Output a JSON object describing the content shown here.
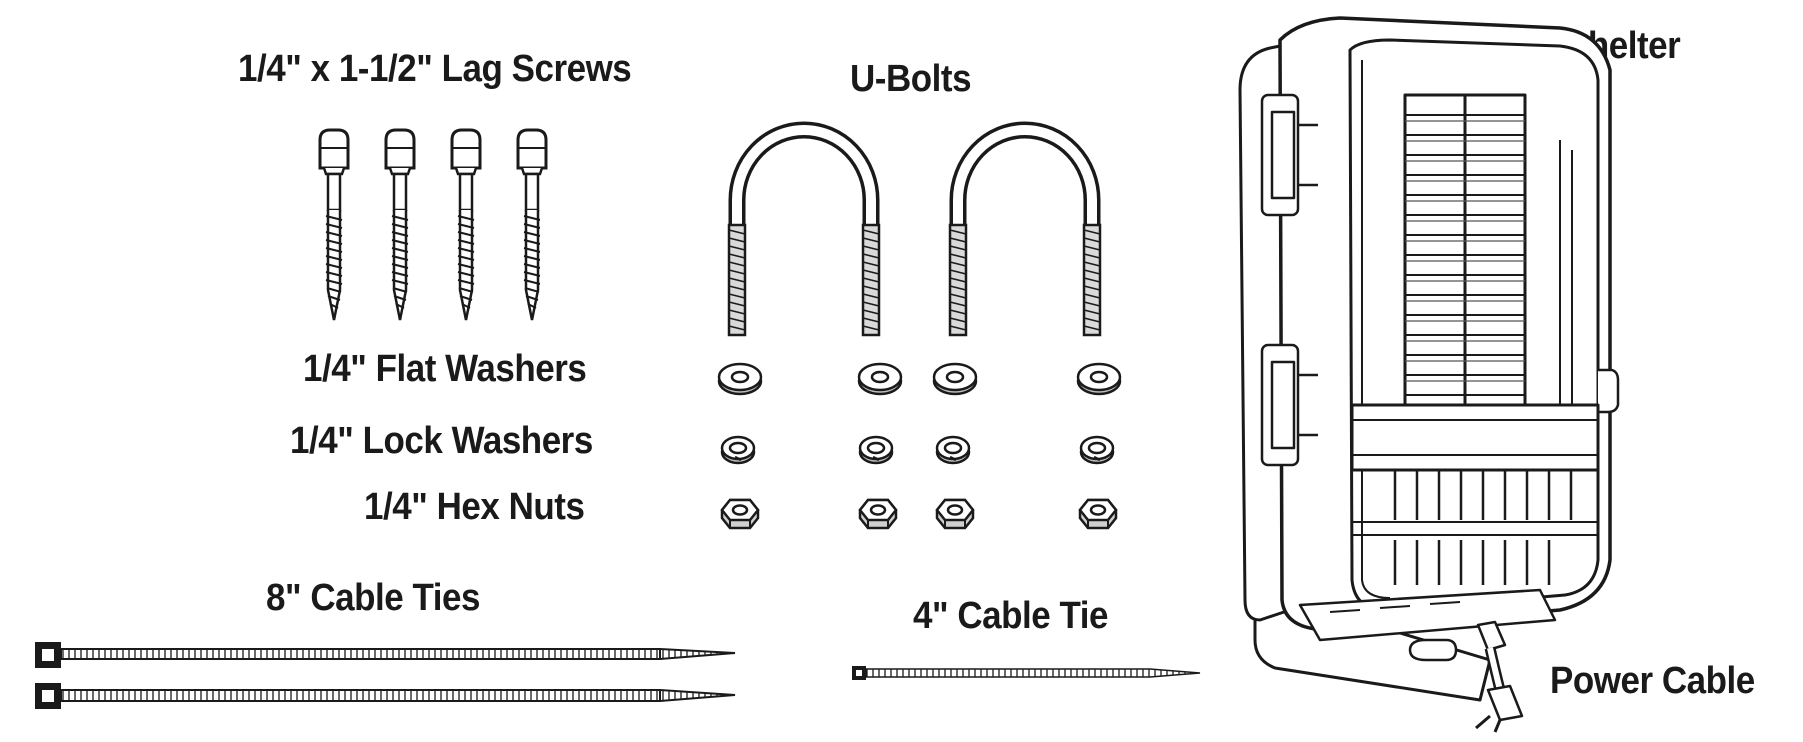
{
  "labels": {
    "lag_screws": "1/4\" x 1-1/2\" Lag Screws",
    "u_bolts": "U-Bolts",
    "shelter": "Shelter",
    "flat_washers": "1/4\" Flat Washers",
    "lock_washers": "1/4\" Lock Washers",
    "hex_nuts": "1/4\" Hex Nuts",
    "cable_ties_8": "8\" Cable Ties",
    "cable_tie_4": "4\" Cable Tie",
    "power_cable": "Power Cable"
  },
  "counts": {
    "lag_screws": 4,
    "u_bolts": 2,
    "flat_washers": 4,
    "lock_washers": 4,
    "hex_nuts": 4,
    "cable_ties_8": 2,
    "cable_tie_4": 1
  },
  "colors": {
    "ink": "#1a1a1a",
    "background": "#ffffff",
    "shade": "#d9d9d9"
  }
}
